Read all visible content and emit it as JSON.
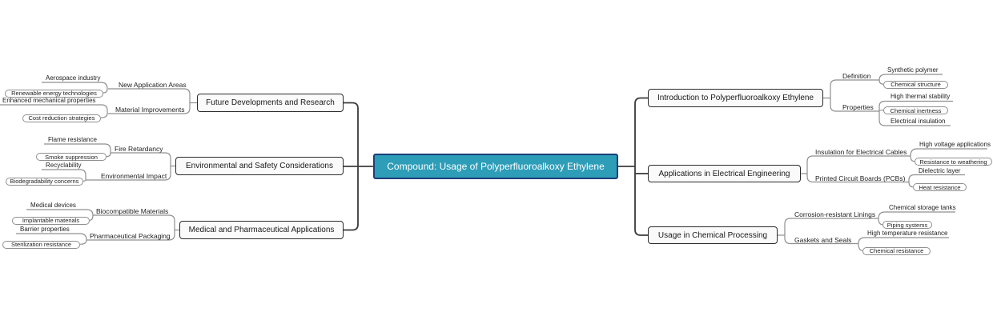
{
  "map": {
    "root": "Compound: Usage of Polyperfluoroalkoxy Ethylene",
    "left": [
      {
        "label": "Future Developments and Research",
        "children": [
          {
            "label": "New Application Areas",
            "children": [
              {
                "label": "Aerospace industry"
              },
              {
                "label": "Renewable energy technologies"
              }
            ]
          },
          {
            "label": "Material Improvements",
            "children": [
              {
                "label": "Enhanced mechanical properties"
              },
              {
                "label": "Cost reduction strategies"
              }
            ]
          }
        ]
      },
      {
        "label": "Environmental and Safety Considerations",
        "children": [
          {
            "label": "Fire Retardancy",
            "children": [
              {
                "label": "Flame resistance"
              },
              {
                "label": "Smoke suppression"
              }
            ]
          },
          {
            "label": "Environmental Impact",
            "children": [
              {
                "label": "Recyclability"
              },
              {
                "label": "Biodegradability concerns"
              }
            ]
          }
        ]
      },
      {
        "label": "Medical and Pharmaceutical Applications",
        "children": [
          {
            "label": "Biocompatible Materials",
            "children": [
              {
                "label": "Medical devices"
              },
              {
                "label": "Implantable materials"
              }
            ]
          },
          {
            "label": "Pharmaceutical Packaging",
            "children": [
              {
                "label": "Barrier properties"
              },
              {
                "label": "Sterilization resistance"
              }
            ]
          }
        ]
      },
      {
        "label": ""
      }
    ],
    "right": [
      {
        "label": "Introduction to Polyperfluoroalkoxy Ethylene",
        "children": [
          {
            "label": "Definition",
            "children": [
              {
                "label": "Synthetic polymer"
              },
              {
                "label": "Chemical structure"
              }
            ]
          },
          {
            "label": "Properties",
            "children": [
              {
                "label": "High thermal stability"
              },
              {
                "label": "Chemical inertness"
              },
              {
                "label": "Electrical insulation"
              }
            ]
          }
        ]
      },
      {
        "label": "Applications in Electrical Engineering",
        "children": [
          {
            "label": "Insulation for Electrical Cables",
            "children": [
              {
                "label": "High voltage applications"
              },
              {
                "label": "Resistance to weathering"
              }
            ]
          },
          {
            "label": "Printed Circuit Boards (PCBs)",
            "children": [
              {
                "label": "Dielectric layer"
              },
              {
                "label": "Heat resistance"
              }
            ]
          }
        ]
      },
      {
        "label": "Usage in Chemical Processing",
        "children": [
          {
            "label": "Corrosion-resistant Linings",
            "children": [
              {
                "label": "Chemical storage tanks"
              },
              {
                "label": "Piping systems"
              }
            ]
          },
          {
            "label": "Gaskets and Seals",
            "children": [
              {
                "label": "High temperature resistance"
              },
              {
                "label": "Chemical resistance"
              }
            ]
          }
        ]
      }
    ],
    "colors": {
      "central_fill": "#2e9db8",
      "central_border": "#1c3e78",
      "central_text": "#ffffff",
      "branch_box_fill": "#fafafa",
      "branch_box_border": "#2b2b2b",
      "trunk_line": "#3b3b3b",
      "sub_line": "#8f8f8f",
      "label_text": "#222222"
    }
  }
}
